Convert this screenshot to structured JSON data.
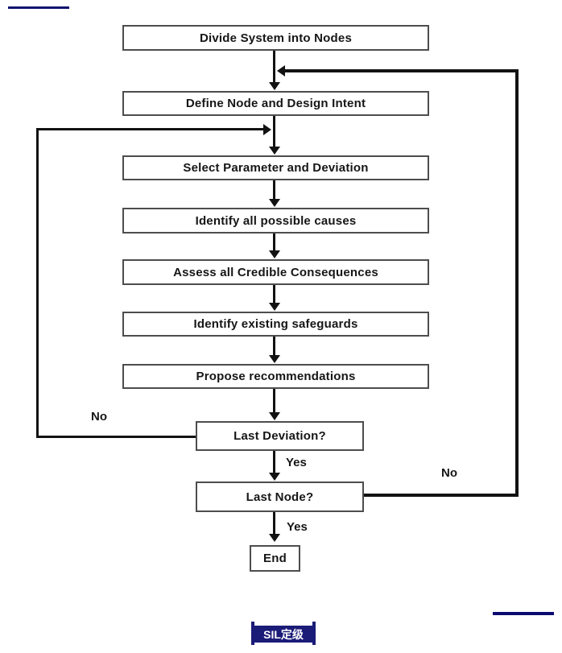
{
  "flowchart": {
    "nodes": [
      {
        "id": "divide-system",
        "label": "Divide System into Nodes"
      },
      {
        "id": "define-node",
        "label": "Define Node and Design Intent"
      },
      {
        "id": "select-parameter",
        "label": "Select Parameter and Deviation"
      },
      {
        "id": "identify-causes",
        "label": "Identify all possible causes"
      },
      {
        "id": "assess-consequences",
        "label": "Assess all Credible Consequences"
      },
      {
        "id": "identify-safeguards",
        "label": "Identify existing safeguards"
      },
      {
        "id": "propose-recommendations",
        "label": "Propose recommendations"
      },
      {
        "id": "last-deviation",
        "label": "Last Deviation?"
      },
      {
        "id": "last-node",
        "label": "Last Node?"
      },
      {
        "id": "end",
        "label": "End"
      }
    ],
    "edge_labels": {
      "deviation_no": "No",
      "deviation_yes": "Yes",
      "node_no": "No",
      "node_yes": "Yes"
    }
  },
  "footer": {
    "badge": "SIL定级"
  },
  "colors": {
    "accent_navy": "#12126e",
    "badge_bg": "#1b1b78",
    "box_border": "#4d4d4d",
    "arrow": "#121212"
  }
}
